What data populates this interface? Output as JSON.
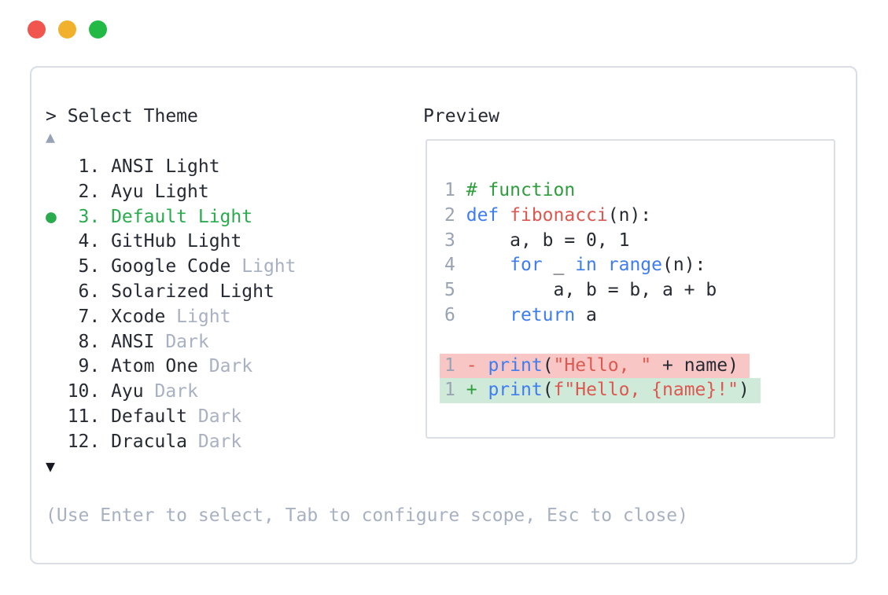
{
  "colors": {
    "accent_selected_green": "#2aab4d",
    "muted_gray": "#a8b1c2",
    "keyword_blue": "#3e7df0",
    "string_red": "#dd5850",
    "comment_green": "#2e9e3c",
    "diff_removed_bg": "#f8c7c5",
    "diff_added_bg": "#cfead9",
    "traffic_red": "#f1564e",
    "traffic_yellow": "#f2b12c",
    "traffic_green": "#22ba44"
  },
  "selector": {
    "prompt": "> Select Theme",
    "scroll_up_icon": "▲",
    "scroll_down_icon": "▼",
    "items": [
      {
        "prefix": "   1. ",
        "label": "ANSI Light",
        "muted": "",
        "selected": false
      },
      {
        "prefix": "   2. ",
        "label": "Ayu Light",
        "muted": "",
        "selected": false
      },
      {
        "prefix": "●  3. ",
        "label": "Default Light",
        "muted": "",
        "selected": true
      },
      {
        "prefix": "   4. ",
        "label": "GitHub Light",
        "muted": "",
        "selected": false
      },
      {
        "prefix": "   5. ",
        "label": "Google Code",
        "muted": " Light",
        "selected": false
      },
      {
        "prefix": "   6. ",
        "label": "Solarized Light",
        "muted": "",
        "selected": false
      },
      {
        "prefix": "   7. ",
        "label": "Xcode",
        "muted": " Light",
        "selected": false
      },
      {
        "prefix": "   8. ",
        "label": "ANSI",
        "muted": " Dark",
        "selected": false
      },
      {
        "prefix": "   9. ",
        "label": "Atom One",
        "muted": " Dark",
        "selected": false
      },
      {
        "prefix": "  10. ",
        "label": "Ayu",
        "muted": " Dark",
        "selected": false
      },
      {
        "prefix": "  11. ",
        "label": "Default",
        "muted": " Dark",
        "selected": false
      },
      {
        "prefix": "  12. ",
        "label": "Dracula",
        "muted": " Dark",
        "selected": false
      }
    ],
    "hint": "(Use Enter to select, Tab to configure scope, Esc to close)"
  },
  "preview": {
    "title": "Preview",
    "lines": [
      {
        "num": "1",
        "tokens": [
          [
            " ",
            "plain"
          ],
          [
            "# function",
            "comment"
          ]
        ]
      },
      {
        "num": "2",
        "tokens": [
          [
            " ",
            "plain"
          ],
          [
            "def",
            "kw"
          ],
          [
            " ",
            "plain"
          ],
          [
            "fibonacci",
            "fn"
          ],
          [
            "(n):",
            "plain"
          ]
        ]
      },
      {
        "num": "3",
        "tokens": [
          [
            "     a, b = 0, 1",
            "plain"
          ]
        ]
      },
      {
        "num": "4",
        "tokens": [
          [
            "     ",
            "plain"
          ],
          [
            "for",
            "kw"
          ],
          [
            " _ ",
            "plain"
          ],
          [
            "in",
            "kw"
          ],
          [
            " ",
            "plain"
          ],
          [
            "range",
            "kw"
          ],
          [
            "(n):",
            "plain"
          ]
        ]
      },
      {
        "num": "5",
        "tokens": [
          [
            "         a, b = b, a + b",
            "plain"
          ]
        ]
      },
      {
        "num": "6",
        "tokens": [
          [
            "     ",
            "plain"
          ],
          [
            "return",
            "kw"
          ],
          [
            " a",
            "plain"
          ]
        ]
      },
      {
        "num": "",
        "tokens": []
      },
      {
        "num": "1",
        "diff": "removed",
        "tokens": [
          [
            " ",
            "plain"
          ],
          [
            "-",
            "minus"
          ],
          [
            " ",
            "plain"
          ],
          [
            "print",
            "kw"
          ],
          [
            "(",
            "plain"
          ],
          [
            "\"Hello, \"",
            "str"
          ],
          [
            " + name)",
            "plain"
          ]
        ]
      },
      {
        "num": "1",
        "diff": "added",
        "tokens": [
          [
            " ",
            "plain"
          ],
          [
            "+",
            "plus"
          ],
          [
            " ",
            "plain"
          ],
          [
            "print",
            "kw"
          ],
          [
            "(",
            "plain"
          ],
          [
            "f\"Hello, {name}!\"",
            "str"
          ],
          [
            ")",
            "plain"
          ]
        ]
      }
    ]
  }
}
